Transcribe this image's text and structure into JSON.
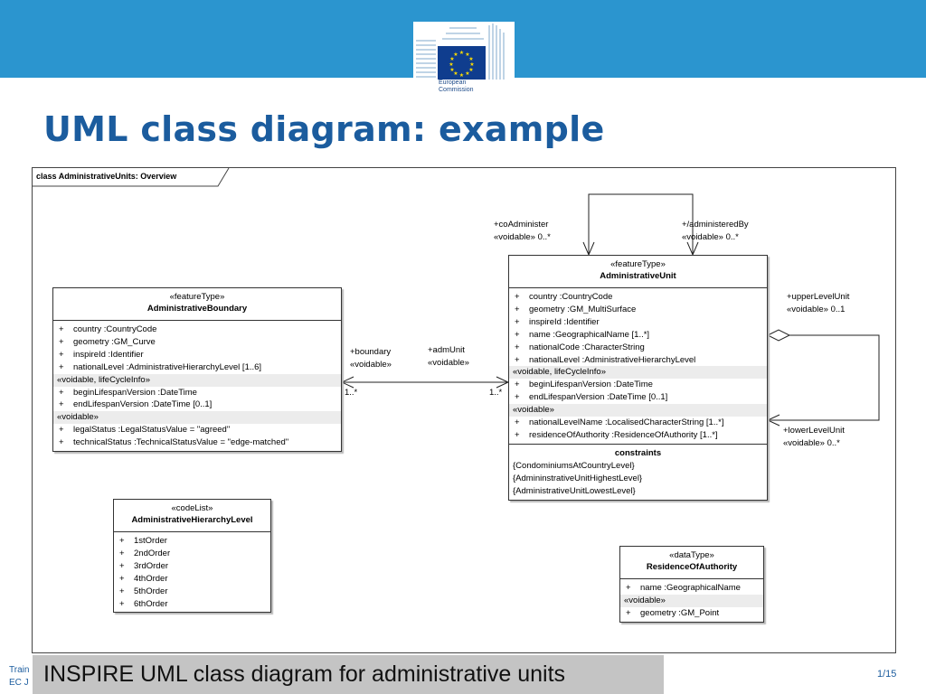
{
  "header": {
    "logo": {
      "line1": "European",
      "line2": "Commission"
    },
    "title": "UML class diagram: example"
  },
  "diagram": {
    "frame_label": "class AdministrativeUnits: Overview",
    "classes": {
      "administrative_boundary": {
        "stereotype": "«featureType»",
        "name": "AdministrativeBoundary",
        "sections": [
          {
            "header": "",
            "attributes": [
              "country  :CountryCode",
              "geometry  :GM_Curve",
              "inspireId  :Identifier",
              "nationalLevel  :AdministrativeHierarchyLevel [1..6]"
            ]
          },
          {
            "header": "«voidable, lifeCycleInfo»",
            "attributes": [
              "beginLifespanVersion  :DateTime",
              "endLifespanVersion  :DateTime [0..1]"
            ]
          },
          {
            "header": "«voidable»",
            "attributes": [
              "legalStatus  :LegalStatusValue = \"agreed\"",
              "technicalStatus  :TechnicalStatusValue = \"edge-matched\""
            ]
          }
        ]
      },
      "administrative_unit": {
        "stereotype": "«featureType»",
        "name": "AdministrativeUnit",
        "sections": [
          {
            "header": "",
            "attributes": [
              "country  :CountryCode",
              "geometry  :GM_MultiSurface",
              "inspireId  :Identifier",
              "name  :GeographicalName [1..*]",
              "nationalCode  :CharacterString",
              "nationalLevel  :AdministrativeHierarchyLevel"
            ]
          },
          {
            "header": "«voidable, lifeCycleInfo»",
            "attributes": [
              "beginLifespanVersion  :DateTime",
              "endLifespanVersion  :DateTime [0..1]"
            ]
          },
          {
            "header": "«voidable»",
            "attributes": [
              "nationalLevelName  :LocalisedCharacterString [1..*]",
              "residenceOfAuthority  :ResidenceOfAuthority [1..*]"
            ]
          }
        ],
        "constraints_title": "constraints",
        "constraints": [
          "{CondominiumsAtCountryLevel}",
          "{AdmininstrativeUnitHighestLevel}",
          "{AdministrativeUnitLowestLevel}"
        ]
      },
      "administrative_hierarchy_level": {
        "stereotype": "«codeList»",
        "name": "AdministrativeHierarchyLevel",
        "sections": [
          {
            "header": "",
            "attributes": [
              "1stOrder",
              "2ndOrder",
              "3rdOrder",
              "4thOrder",
              "5thOrder",
              "6thOrder"
            ]
          }
        ]
      },
      "residence_of_authority": {
        "stereotype": "«dataType»",
        "name": "ResidenceOfAuthority",
        "sections": [
          {
            "header": "",
            "attributes": [
              "name  :GeographicalName"
            ]
          },
          {
            "header": "«voidable»",
            "attributes": [
              "geometry  :GM_Point"
            ]
          }
        ]
      }
    },
    "associations": {
      "co_administer": {
        "role": "+coAdminister",
        "stereo_mult": "«voidable» 0..*"
      },
      "administered_by": {
        "role": "+/administeredBy",
        "stereo_mult": "«voidable» 0..*"
      },
      "upper_level_unit": {
        "role": "+upperLevelUnit",
        "stereo_mult": "«voidable» 0..1"
      },
      "lower_level_unit": {
        "role": "+lowerLevelUnit",
        "stereo_mult": "«voidable» 0..*"
      },
      "boundary": {
        "role": "+boundary",
        "stereo": "«voidable»",
        "mult": "1..*"
      },
      "adm_unit": {
        "role": "+admUnit",
        "stereo": "«voidable»",
        "mult": "1..*"
      }
    }
  },
  "caption": "INSPIRE UML class diagram for administrative units",
  "footer": {
    "left_line1": "Train",
    "left_line2": "EC J",
    "page": "1/15"
  }
}
